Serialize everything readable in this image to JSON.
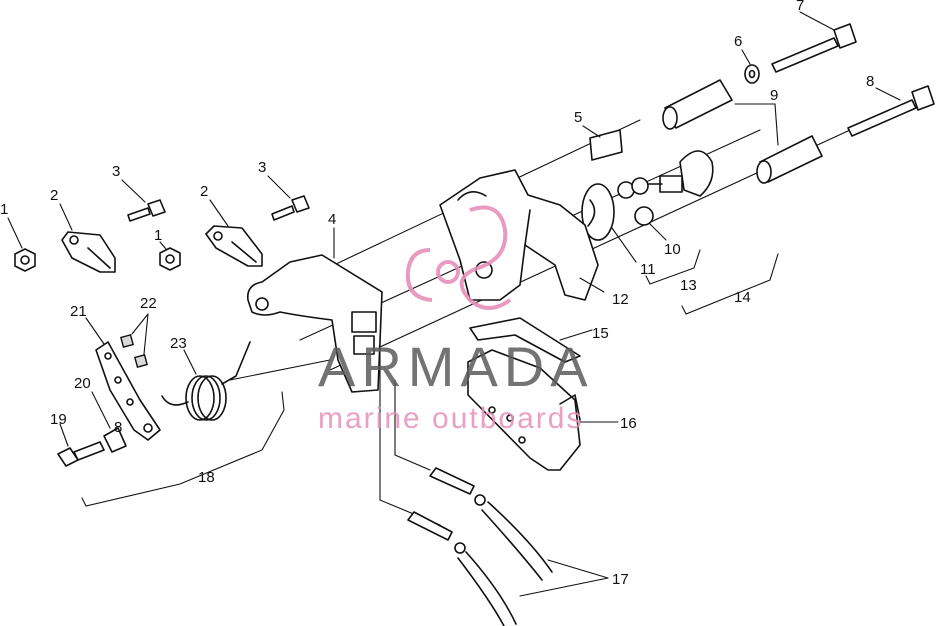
{
  "diagram": {
    "callouts": [
      {
        "id": "c1a",
        "label": "1"
      },
      {
        "id": "c2a",
        "label": "2"
      },
      {
        "id": "c3a",
        "label": "3"
      },
      {
        "id": "c1b",
        "label": "1"
      },
      {
        "id": "c2b",
        "label": "2"
      },
      {
        "id": "c3b",
        "label": "3"
      },
      {
        "id": "c4",
        "label": "4"
      },
      {
        "id": "c5",
        "label": "5"
      },
      {
        "id": "c6",
        "label": "6"
      },
      {
        "id": "c7",
        "label": "7"
      },
      {
        "id": "c8a",
        "label": "8"
      },
      {
        "id": "c9",
        "label": "9"
      },
      {
        "id": "c10",
        "label": "10"
      },
      {
        "id": "c11",
        "label": "11"
      },
      {
        "id": "c12",
        "label": "12"
      },
      {
        "id": "c13",
        "label": "13"
      },
      {
        "id": "c14",
        "label": "14"
      },
      {
        "id": "c15",
        "label": "15"
      },
      {
        "id": "c16",
        "label": "16"
      },
      {
        "id": "c17",
        "label": "17"
      },
      {
        "id": "c18",
        "label": "18"
      },
      {
        "id": "c19",
        "label": "19"
      },
      {
        "id": "c20",
        "label": "20"
      },
      {
        "id": "c21",
        "label": "21"
      },
      {
        "id": "c22",
        "label": "22"
      },
      {
        "id": "c23",
        "label": "23"
      },
      {
        "id": "c8b",
        "label": "8"
      }
    ]
  },
  "watermark": {
    "brand": "ARMADA",
    "subtitle": "marine outboards",
    "colors": {
      "brand": "#5a5a5a",
      "accent": "#e58fb8"
    }
  }
}
